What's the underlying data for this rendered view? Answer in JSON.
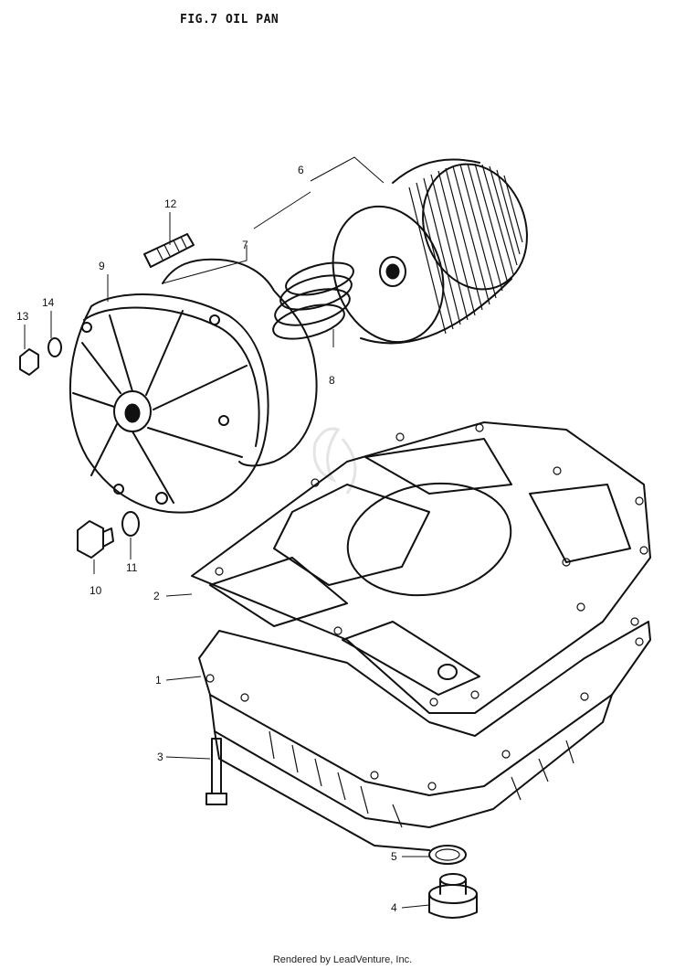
{
  "diagram": {
    "title": "FIG.7   OIL PAN",
    "footer": "Rendered by LeadVenture, Inc.",
    "callouts": [
      {
        "id": "1",
        "label": "1"
      },
      {
        "id": "2",
        "label": "2"
      },
      {
        "id": "3",
        "label": "3"
      },
      {
        "id": "4",
        "label": "4"
      },
      {
        "id": "5",
        "label": "5"
      },
      {
        "id": "6",
        "label": "6"
      },
      {
        "id": "7",
        "label": "7"
      },
      {
        "id": "8",
        "label": "8"
      },
      {
        "id": "9",
        "label": "9"
      },
      {
        "id": "10",
        "label": "10"
      },
      {
        "id": "11",
        "label": "11"
      },
      {
        "id": "12",
        "label": "12"
      },
      {
        "id": "13",
        "label": "13"
      },
      {
        "id": "14",
        "label": "14"
      }
    ]
  }
}
